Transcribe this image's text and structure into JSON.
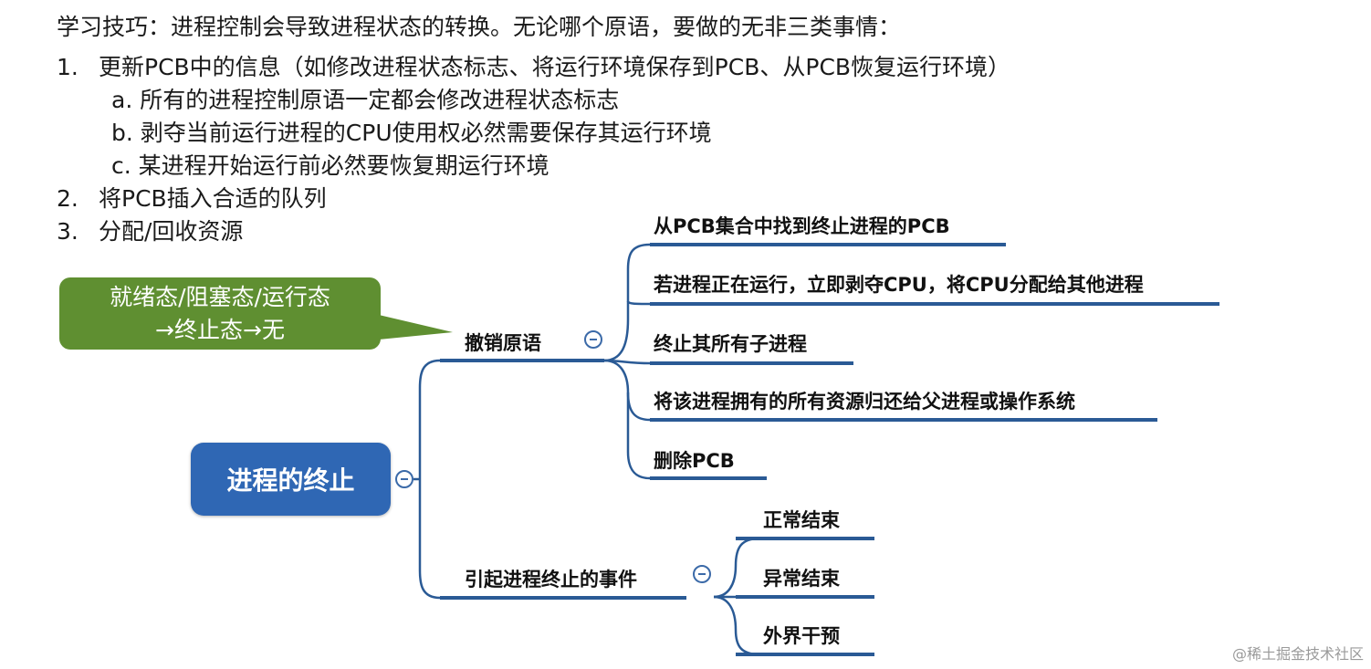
{
  "notes": {
    "intro": "学习技巧：进程控制会导致进程状态的转换。无论哪个原语，要做的无非三类事情：",
    "items": [
      {
        "num": "1.",
        "text": "更新PCB中的信息（如修改进程状态标志、将运行环境保存到PCB、从PCB恢复运行环境）"
      },
      {
        "num": "a.",
        "text": "所有的进程控制原语一定都会修改进程状态标志"
      },
      {
        "num": "b.",
        "text": "剥夺当前运行进程的CPU使用权必然需要保存其运行环境"
      },
      {
        "num": "c.",
        "text": "某进程开始运行前必然要恢复期运行环境"
      },
      {
        "num": "2.",
        "text": "将PCB插入合适的队列"
      },
      {
        "num": "3.",
        "text": "分配/回收资源"
      }
    ]
  },
  "callout": {
    "line1": "就绪态/阻塞态/运行态",
    "line2": "→终止态→无",
    "color": "#5f8f31"
  },
  "mindmap": {
    "root": "进程的终止",
    "root_color": "#2f67b4",
    "branches": [
      {
        "label": "撤销原语",
        "children": [
          "从PCB集合中找到终止进程的PCB",
          "若进程正在运行，立即剥夺CPU，将CPU分配给其他进程",
          "终止其所有子进程",
          "将该进程拥有的所有资源归还给父进程或操作系统",
          "删除PCB"
        ]
      },
      {
        "label": "引起进程终止的事件",
        "children": [
          "正常结束",
          "异常结束",
          "外界干预"
        ]
      }
    ],
    "line_color": "#2a5a95"
  },
  "watermark": "@稀土掘金技术社区"
}
